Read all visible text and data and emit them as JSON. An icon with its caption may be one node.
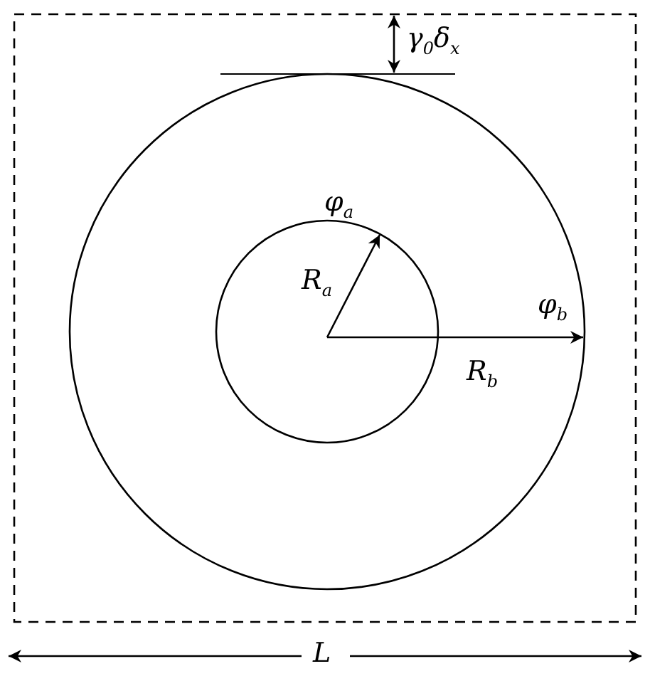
{
  "diagram": {
    "labels": [
      "γ$_{0}$δ$_{x}$",
      "φ$_{a}$",
      "R$_{a}$",
      "φ$_{b}$",
      "R$_{b}$",
      "L"
    ]
  }
}
